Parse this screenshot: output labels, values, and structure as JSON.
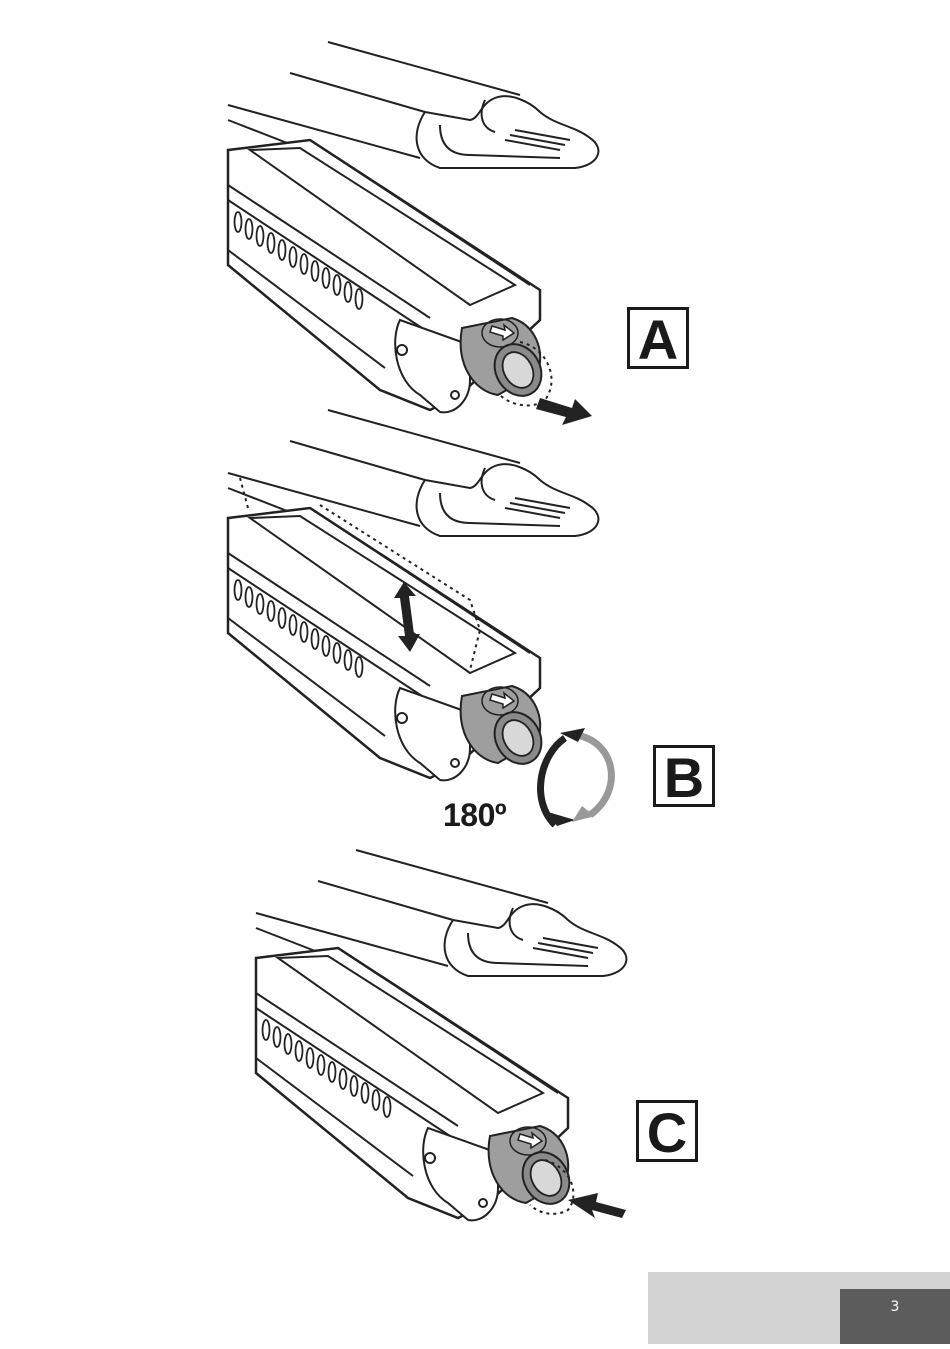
{
  "steps": [
    {
      "id": "A",
      "label": "A",
      "action": "pull-out-arrow"
    },
    {
      "id": "B",
      "label": "B",
      "action": "rotate-arrow",
      "rotation_text": "180º"
    },
    {
      "id": "C",
      "label": "C",
      "action": "push-in-arrow"
    }
  ],
  "footer": {
    "page_number": "3",
    "light_color": "#d2d2d2",
    "dark_color": "#5c5c5c"
  }
}
